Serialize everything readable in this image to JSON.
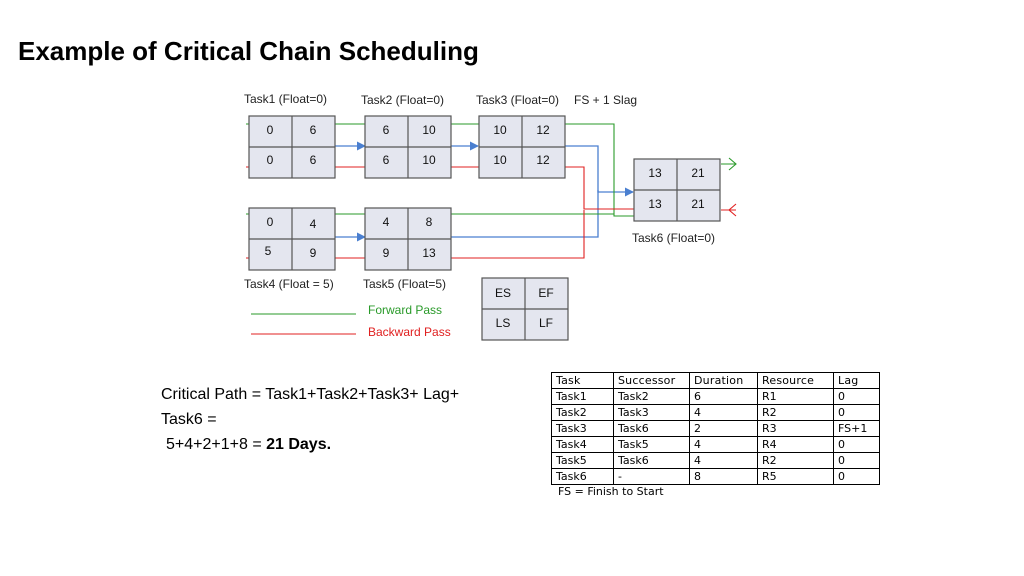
{
  "title": "Example of Critical Chain Scheduling",
  "diagram": {
    "tasks": [
      {
        "label": "Task1 (Float=0)",
        "es": "0",
        "ef": "6",
        "ls": "0",
        "lf": "6"
      },
      {
        "label": "Task2 (Float=0)",
        "es": "6",
        "ef": "10",
        "ls": "6",
        "lf": "10"
      },
      {
        "label": "Task3 (Float=0)",
        "es": "10",
        "ef": "12",
        "ls": "10",
        "lf": "12"
      },
      {
        "label": "Task4 (Float = 5)",
        "es": "0",
        "ef": "4",
        "ls": "5",
        "lf": "9"
      },
      {
        "label": "Task5 (Float=5)",
        "es": "4",
        "ef": "8",
        "ls": "9",
        "lf": "13"
      },
      {
        "label": "Task6 (Float=0)",
        "es": "13",
        "ef": "21",
        "ls": "13",
        "lf": "21"
      }
    ],
    "lag_label": "FS + 1 Slag",
    "key": {
      "es": "ES",
      "ef": "EF",
      "ls": "LS",
      "lf": "LF"
    },
    "legend": {
      "forward": "Forward Pass",
      "backward": "Backward Pass"
    },
    "colors": {
      "forward": "#2a9a2a",
      "backward": "#e02020",
      "link": "#4a7fd0",
      "node_fill": "#e4e6ef",
      "node_border": "#555555"
    }
  },
  "critical_path": {
    "line1": "Critical Path = Task1+Task2+Task3+ Lag+",
    "line2": "Task6 =",
    "line3_prefix": "5+4+2+1+8 = ",
    "line3_bold": "21 Days."
  },
  "table": {
    "headers": [
      "Task",
      "Successor",
      "Duration",
      "Resource",
      "Lag"
    ],
    "rows": [
      [
        "Task1",
        "Task2",
        "6",
        "R1",
        "0"
      ],
      [
        "Task2",
        "Task3",
        "4",
        "R2",
        "0"
      ],
      [
        "Task3",
        "Task6",
        "2",
        "R3",
        "FS+1"
      ],
      [
        "Task4",
        "Task5",
        "4",
        "R4",
        "0"
      ],
      [
        "Task5",
        "Task6",
        "4",
        "R2",
        "0"
      ],
      [
        "Task6",
        "-",
        "8",
        "R5",
        "0"
      ]
    ],
    "note": "FS = Finish to Start"
  }
}
